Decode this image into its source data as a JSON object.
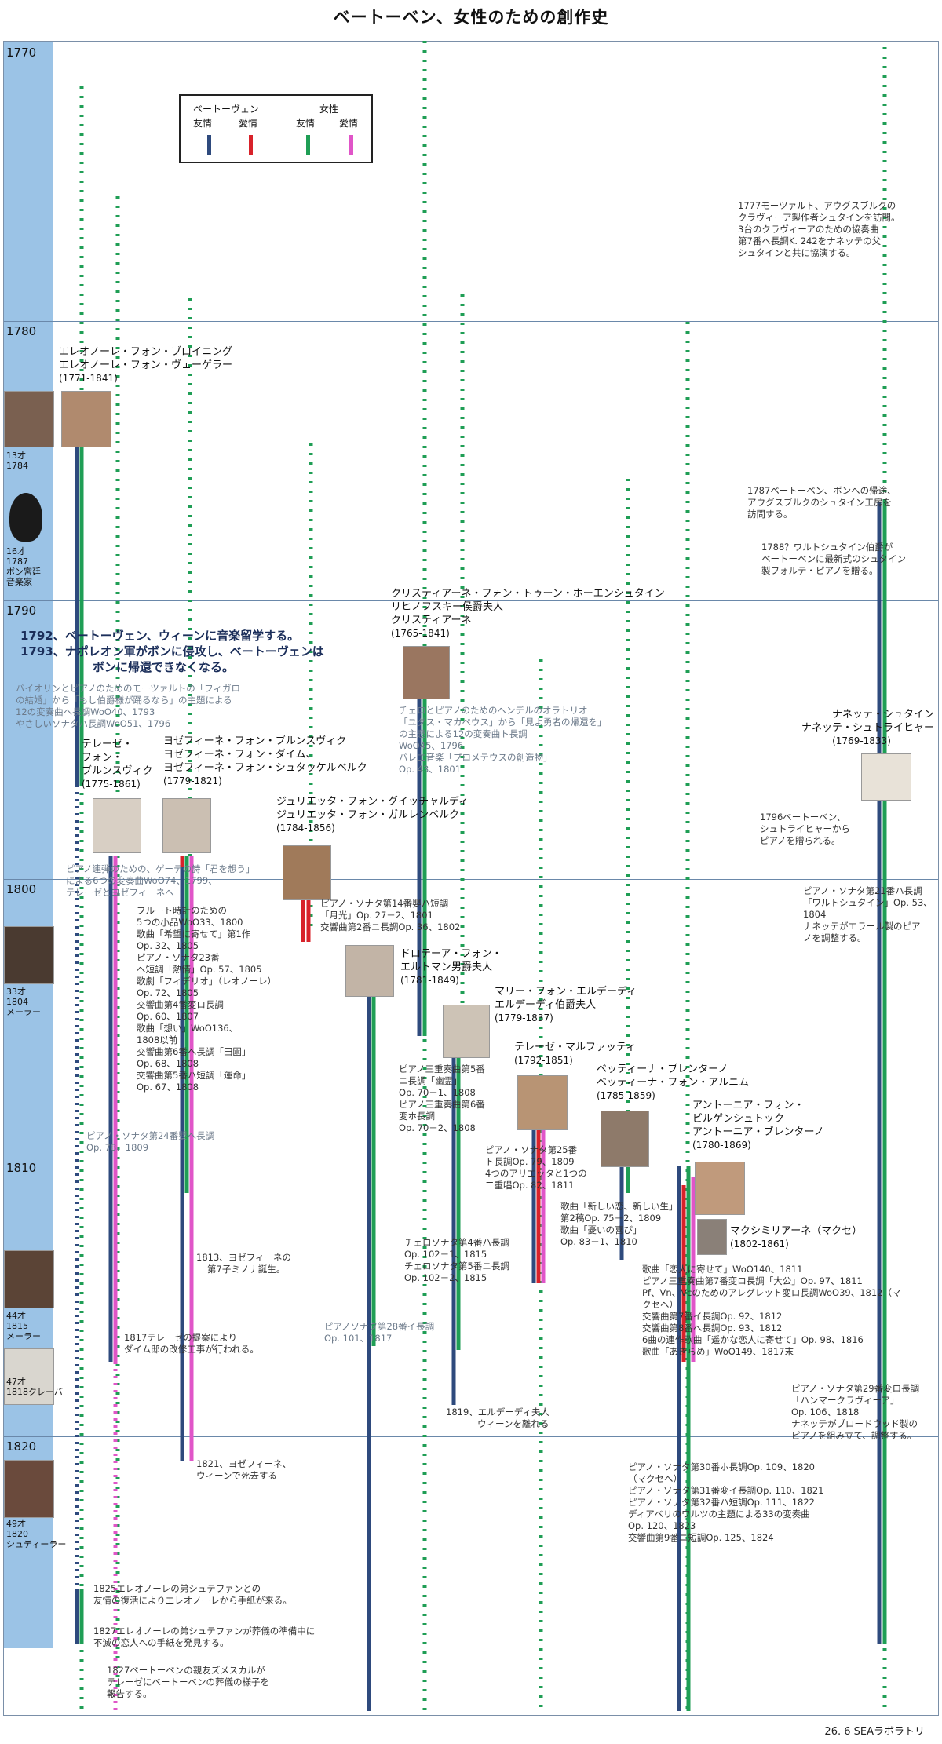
{
  "title": "ベートーベン、女性のための創作史",
  "footer": "26. 6 SEAラボラトリ",
  "legend": {
    "group_beethoven": "ベートーヴェン",
    "group_women": "女性",
    "friend": "友情",
    "love": "愛情",
    "colors": {
      "beethoven_friend": "#2e4a7d",
      "beethoven_love": "#d8222a",
      "women_friend": "#1f9e55",
      "women_love": "#e055c8"
    }
  },
  "decades": [
    "1770",
    "1780",
    "1790",
    "1800",
    "1810",
    "1820"
  ],
  "beethoven_portraits": [
    {
      "icon": "child-portrait",
      "caption": [
        "13才",
        "1784"
      ]
    },
    {
      "icon": "silhouette-portrait",
      "caption": [
        "16才",
        "1787",
        "ボン宮廷",
        "音楽家"
      ]
    },
    {
      "icon": "portrait",
      "caption": [
        "33才",
        "1804",
        "メーラー"
      ]
    },
    {
      "icon": "portrait",
      "caption": [
        "44才",
        "1815",
        "メーラー"
      ]
    },
    {
      "icon": "sketch-portrait",
      "caption": [
        "47才",
        "1818クレーバ"
      ]
    },
    {
      "icon": "portrait",
      "caption": [
        "49才",
        "1820",
        "シュティーラー"
      ]
    }
  ],
  "women": [
    {
      "names": [
        "エレオノーレ・フォン・ブロイニング",
        "エレオノーレ・フォン・ヴェーゲラー"
      ],
      "years": "(1771-1841)"
    },
    {
      "names": [
        "クリスティアーネ・フォン・トゥーン・ホーエンシュタイン",
        "リヒノフスキー侯爵夫人",
        "クリスティアーネ"
      ],
      "years": "(1765-1841)"
    },
    {
      "names": [
        "ナネッテ・シュタイン",
        "ナネッテ・シュトライヒャー"
      ],
      "years": "(1769-1833)"
    },
    {
      "names": [
        "テレーゼ・",
        "フォン・",
        "ブルンスヴィク"
      ],
      "years": "(1775-1861)"
    },
    {
      "names": [
        "ヨゼフィーネ・フォン・ブルンスヴィク",
        "ヨゼフィーネ・フォン・ダイム、",
        "ヨゼフィーネ・フォン・シュタッケルベルク"
      ],
      "years": "(1779-1821)"
    },
    {
      "names": [
        "ジュリエッタ・フォン・グイッチャルディ",
        "ジュリエッタ・フォン・ガルレンベルク"
      ],
      "years": "(1784-1856)"
    },
    {
      "names": [
        "ドロテーア・フォン・",
        "エルトマン男爵夫人"
      ],
      "years": "(1781-1849)"
    },
    {
      "names": [
        "マリー・フォン・エルデーディ",
        "エルデーディ伯爵夫人"
      ],
      "years": "(1779-1837)"
    },
    {
      "names": [
        "テレーゼ・マルファッティ"
      ],
      "years": "(1792-1851)"
    },
    {
      "names": [
        "ベッティーナ・ブレンターノ",
        "ベッティーナ・フォン・アルニム"
      ],
      "years": "(1785-1859)"
    },
    {
      "names": [
        "アントーニア・フォン・",
        "ビルゲンシュトック",
        "アントーニア・ブレンターノ"
      ],
      "years": "(1780-1869)"
    },
    {
      "names": [
        "マクシミリアーネ（マクセ）"
      ],
      "years": "(1802-1861)"
    }
  ],
  "events": {
    "e1777": [
      "1777モーツァルト、アウグスブルクの",
      "クラヴィーア製作者シュタインを訪問。",
      "3台のクラヴィーアのための協奏曲",
      "第7番ヘ長調K. 242をナネッテの父",
      "シュタインと共に協演する。"
    ],
    "e1787": [
      "1787ベートーベン、ボンへの帰途、",
      "アウグスブルクのシュタイン工房を",
      "訪問する。"
    ],
    "e1788": [
      "1788？ワルトシュタイン伯爵が",
      "ベートーベンに最新式のシュタイン",
      "製フォルテ・ピアノを贈る。"
    ],
    "e1792": [
      "1792、ベートーヴェン、ウィーンに音楽留学する。",
      "1793、ナポレオン軍がボンに侵攻し、ベートーヴェンは",
      "ボンに帰還できなくなる。"
    ],
    "mozart_var": [
      "バイオリンとピアノのためのモーツァルトの「フィガロ",
      "の結婚」から「もし伯爵様が踊るなら」の主題による",
      "12の変奏曲ヘ長調WoO40、1793",
      "やさしいソナタハ長調WoO51、1796"
    ],
    "christiane_works": [
      "チェロとピアノのためのヘンデルのオラトリオ",
      "「ユダス・マカベウス」から「見よ勇者の帰還を」",
      "の主題による12の変奏曲ト長調",
      "WoO45、1796",
      "バレエ音楽「プロメテウスの創造物」",
      "Op. 43、1801"
    ],
    "e1796": [
      "1796ベートーベン、",
      "シュトライヒャーから",
      "ピアノを贈られる。"
    ],
    "goethe": [
      "ピアノ連弾のための、ゲーテの詩「君を想う」",
      "による6つの変奏曲WoO74、1799、",
      "テレーゼとヨゼフィーネへ"
    ],
    "moonlight": [
      "ピアノ・ソナタ第14番嬰ハ短調",
      "「月光」Op. 27－2、1801",
      "交響曲第2番ニ長調Op. 36、1802"
    ],
    "josephine_works": [
      "フルート時計のための",
      "5つの小品WoO33、1800",
      "歌曲「希望に寄せて」第1作",
      "Op. 32、1805",
      "ピアノ・ソナタ23番",
      "ヘ短調「熱情」Op. 57、1805",
      "歌劇「フィデリオ」（レオノーレ）",
      "Op. 72、1805",
      "交響曲第4番変ロ長調",
      "Op. 60、1807",
      "歌曲「想い」WoO136、",
      "1808以前",
      "交響曲第6番ヘ長調「田園」",
      "Op. 68、1808",
      "交響曲第5番ハ短調「運命」",
      "Op. 67、1808"
    ],
    "sonata24": [
      "ピアノ・ソナタ第24番嬰ヘ長調",
      "Op. 78、1809"
    ],
    "waldstein": [
      "ピアノ・ソナタ第21番ハ長調",
      "「ワルトシュタイン」Op. 53、",
      "1804",
      "ナネッテがエラール製のピア",
      "ノを調整する。"
    ],
    "trio_ghost": [
      "ピアノ三重奏曲第5番",
      "ニ長調「幽霊」",
      "Op. 70－1、1808",
      "ピアノ三重奏曲第6番",
      "変ホ長調",
      "Op. 70－2、1808"
    ],
    "sonata25": [
      "ピアノ・ソナタ第25番",
      "ト長調Op. 79、1809",
      "4つのアリエッタと1つの",
      "二重唱Op. 82、1811"
    ],
    "bettina_songs": [
      "歌曲「新しい恋、新しい生」",
      "第2稿Op. 75－2、1809",
      "歌曲「憂いの喜び」",
      "Op. 83－1、1810"
    ],
    "e1813": [
      "1813、ヨゼフィーネの",
      "第7子ミノナ誕生。"
    ],
    "cello_sonatas": [
      "チェロソナタ第4番ハ長調",
      "Op. 102－1、1815",
      "チェロソナタ第5番ニ長調",
      "Op. 102－2、1815"
    ],
    "antonie_works": [
      "歌曲「恋人に寄せて」WoO140、1811",
      "ピアノ三重奏曲第7番変ロ長調「大公」Op. 97、1811",
      "Pf、Vn、Vcのためのアレグレット変ロ長調WoO39、1812（マ",
      "クセへ）",
      "交響曲第7番イ長調Op. 92、1812",
      "交響曲第8番ヘ長調Op. 93、1812",
      "6曲の連作歌曲「遥かな恋人に寄せて」Op. 98、1816",
      "歌曲「あきらめ」WoO149、1817末"
    ],
    "e1817": [
      "1817テレーゼの提案により",
      "ダイム邸の改修工事が行われる。"
    ],
    "sonata28": [
      "ピアノソナタ第28番イ長調",
      "Op. 101、1817"
    ],
    "hammerklavier": [
      "ピアノ・ソナタ第29番変ロ長調",
      "「ハンマークラヴィーア」",
      "Op. 106、1818",
      "ナネッテがブロードウッド製の",
      "ピアノを組み立て、調整する。"
    ],
    "e1819": [
      "1819、エルデーディ夫人",
      "ウィーンを離れる"
    ],
    "e1821": [
      "1821、ヨゼフィーネ、",
      "ウィーンで死去する"
    ],
    "late_sonatas": [
      "ピアノ・ソナタ第30番ホ長調Op. 109、1820",
      "（マクセへ）",
      "ピアノ・ソナタ第31番変イ長調Op. 110、1821",
      "ピアノ・ソナタ第32番ハ短調Op. 111、1822",
      "ディアベリのワルツの主題による33の変奏曲",
      "Op. 120、1823",
      "交響曲第9番ニ短調Op. 125、1824"
    ],
    "e1825": [
      "1825エレオノーレの弟シュテファンとの",
      "友情の復活によりエレオノーレから手紙が来る。"
    ],
    "e1827a": [
      "1827エレオノーレの弟シュテファンが葬儀の準備中に",
      "不滅の恋人への手紙を発見する。"
    ],
    "e1827b": [
      "1827ベートーベンの親友ズメスカルが",
      "テレーゼにベートーベンの葬儀の様子を",
      "報告する。"
    ]
  }
}
